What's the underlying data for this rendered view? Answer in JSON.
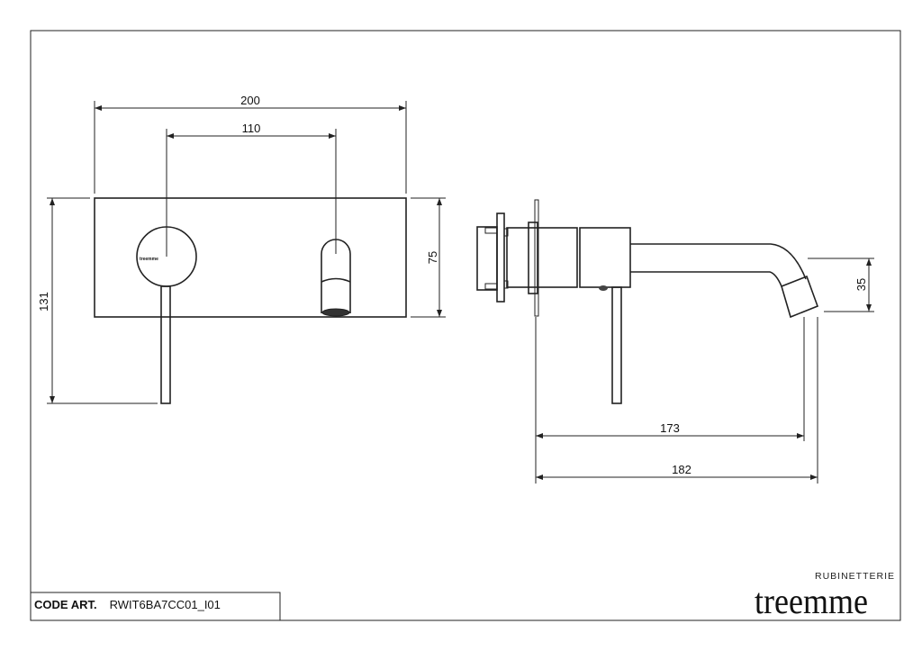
{
  "dimensions": {
    "front_width": "200",
    "front_center_distance": "110",
    "front_plate_height": "75",
    "front_total_height": "131",
    "side_spout_drop": "35",
    "side_projection_173": "173",
    "side_projection_182": "182"
  },
  "handle_logo": "treemme",
  "title_block": {
    "code_label": "CODE ART.",
    "code_value": "RWIT6BA7CC01_I01"
  },
  "brand": {
    "subtitle": "RUBINETTERIE",
    "name": "treemme"
  }
}
